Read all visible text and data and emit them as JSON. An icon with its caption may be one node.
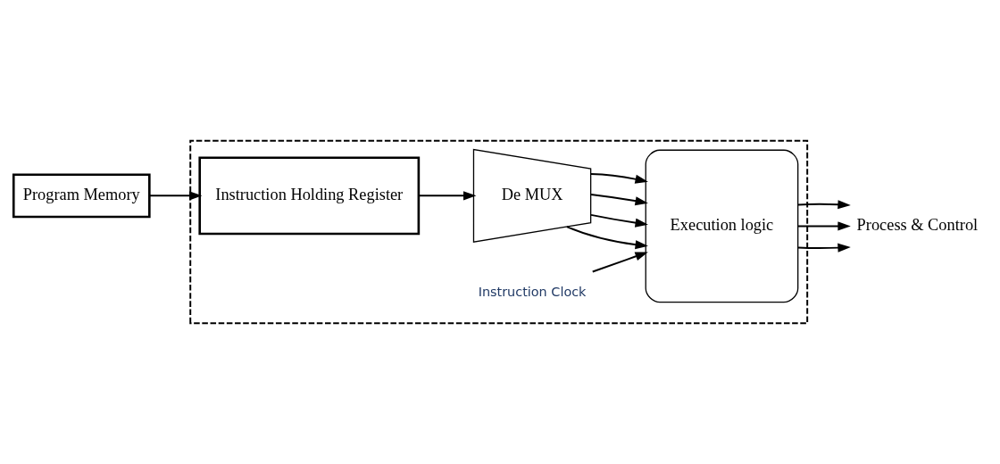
{
  "diagram": {
    "nodes": [
      {
        "text": [
          "Program Memory"
        ]
      },
      {
        "text": [],
        "shape": "box"
      },
      {
        "text": [
          "Instruction Holding Register"
        ],
        "in": 1
      },
      {
        "text": [
          "De MUX"
        ],
        "in": 1
      },
      {
        "text": [
          "Execution logic"
        ],
        "in": 1
      },
      {
        "text": [
          "Instruction Clock"
        ],
        "in": 1
      },
      {
        "text": [
          "Process & Control"
        ]
      }
    ],
    "edges": [
      {
        "from": 0,
        "to": 2,
        "arrow": "to"
      },
      {
        "from": 2,
        "to": 3,
        "arrow": "to"
      },
      {
        "from": 3,
        "to": 4,
        "arrow": "to"
      },
      {
        "from": 3,
        "to": 4,
        "arrow": "to"
      },
      {
        "from": 3,
        "to": 4,
        "arrow": "to"
      },
      {
        "from": 3,
        "to": 4,
        "arrow": "to"
      },
      {
        "from": 5,
        "to": 4,
        "arrow": "to"
      },
      {
        "from": 4,
        "to": 6,
        "arrow": "to"
      },
      {
        "from": 4,
        "to": 6,
        "arrow": "to"
      },
      {
        "from": 4,
        "to": 6,
        "arrow": "to"
      }
    ]
  }
}
